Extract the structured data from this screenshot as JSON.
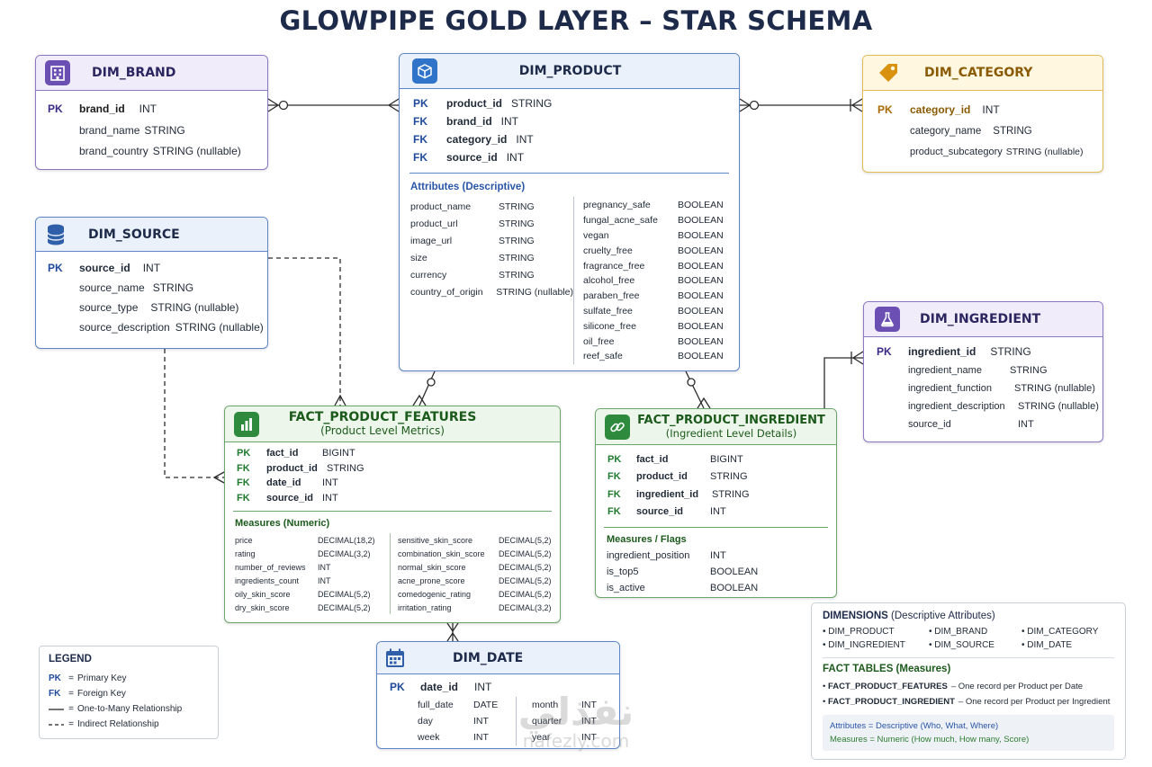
{
  "title": "GLOWPIPE GOLD LAYER – STAR SCHEMA",
  "colors": {
    "purple": "#8b76c2",
    "blue": "#5c86c5",
    "amber": "#e3bc55",
    "green": "#6aa56a",
    "navy": "#1e2a4a"
  },
  "dim_brand": {
    "title": "DIM_BRAND",
    "icon": "building-icon",
    "rows": [
      {
        "key": "PK",
        "name": "brand_id",
        "type": "INT"
      },
      {
        "key": "",
        "name": "brand_name",
        "type": "STRING"
      },
      {
        "key": "",
        "name": "brand_country",
        "type": "STRING (nullable)"
      }
    ]
  },
  "dim_product": {
    "title": "DIM_PRODUCT",
    "icon": "cube-icon",
    "keys": [
      {
        "key": "PK",
        "name": "product_id",
        "type": "STRING"
      },
      {
        "key": "FK",
        "name": "brand_id",
        "type": "INT"
      },
      {
        "key": "FK",
        "name": "category_id",
        "type": "INT"
      },
      {
        "key": "FK",
        "name": "source_id",
        "type": "INT"
      }
    ],
    "attr_title": "Attributes (Descriptive)",
    "attrs_left": [
      {
        "name": "product_name",
        "type": "STRING"
      },
      {
        "name": "product_url",
        "type": "STRING"
      },
      {
        "name": "image_url",
        "type": "STRING"
      },
      {
        "name": "size",
        "type": "STRING"
      },
      {
        "name": "currency",
        "type": "STRING"
      },
      {
        "name": "country_of_origin",
        "type": "STRING (nullable)"
      }
    ],
    "attrs_right": [
      {
        "name": "pregnancy_safe",
        "type": "BOOLEAN"
      },
      {
        "name": "fungal_acne_safe",
        "type": "BOOLEAN"
      },
      {
        "name": "vegan",
        "type": "BOOLEAN"
      },
      {
        "name": "cruelty_free",
        "type": "BOOLEAN"
      },
      {
        "name": "fragrance_free",
        "type": "BOOLEAN"
      },
      {
        "name": "alcohol_free",
        "type": "BOOLEAN"
      },
      {
        "name": "paraben_free",
        "type": "BOOLEAN"
      },
      {
        "name": "sulfate_free",
        "type": "BOOLEAN"
      },
      {
        "name": "silicone_free",
        "type": "BOOLEAN"
      },
      {
        "name": "oil_free",
        "type": "BOOLEAN"
      },
      {
        "name": "reef_safe",
        "type": "BOOLEAN"
      }
    ]
  },
  "dim_category": {
    "title": "DIM_CATEGORY",
    "icon": "tag-icon",
    "rows": [
      {
        "key": "PK",
        "name": "category_id",
        "type": "INT"
      },
      {
        "key": "",
        "name": "category_name",
        "type": "STRING"
      },
      {
        "key": "",
        "name": "product_subcategory",
        "type": "STRING (nullable)"
      }
    ]
  },
  "dim_source": {
    "title": "DIM_SOURCE",
    "icon": "database-icon",
    "rows": [
      {
        "key": "PK",
        "name": "source_id",
        "type": "INT"
      },
      {
        "key": "",
        "name": "source_name",
        "type": "STRING"
      },
      {
        "key": "",
        "name": "source_type",
        "type": "STRING (nullable)"
      },
      {
        "key": "",
        "name": "source_description",
        "type": "STRING (nullable)"
      }
    ]
  },
  "dim_ingredient": {
    "title": "DIM_INGREDIENT",
    "icon": "flask-icon",
    "rows": [
      {
        "key": "PK",
        "name": "ingredient_id",
        "type": "STRING"
      },
      {
        "key": "",
        "name": "ingredient_name",
        "type": "STRING"
      },
      {
        "key": "",
        "name": "ingredient_function",
        "type": "STRING (nullable)"
      },
      {
        "key": "",
        "name": "ingredient_description",
        "type": "STRING (nullable)"
      },
      {
        "key": "",
        "name": "source_id",
        "type": "INT"
      }
    ]
  },
  "fact_product_features": {
    "title": "FACT_PRODUCT_FEATURES",
    "subtitle": "(Product Level Metrics)",
    "icon": "bar-chart-icon",
    "keys": [
      {
        "key": "PK",
        "name": "fact_id",
        "type": "BIGINT"
      },
      {
        "key": "FK",
        "name": "product_id",
        "type": "STRING"
      },
      {
        "key": "FK",
        "name": "date_id",
        "type": "INT"
      },
      {
        "key": "FK",
        "name": "source_id",
        "type": "INT"
      }
    ],
    "measures_title": "Measures (Numeric)",
    "measures_left": [
      {
        "name": "price",
        "type": "DECIMAL(18,2)"
      },
      {
        "name": "rating",
        "type": "DECIMAL(3,2)"
      },
      {
        "name": "number_of_reviews",
        "type": "INT"
      },
      {
        "name": "ingredients_count",
        "type": "INT"
      },
      {
        "name": "oily_skin_score",
        "type": "DECIMAL(5,2)"
      },
      {
        "name": "dry_skin_score",
        "type": "DECIMAL(5,2)"
      }
    ],
    "measures_right": [
      {
        "name": "sensitive_skin_score",
        "type": "DECIMAL(5,2)"
      },
      {
        "name": "combination_skin_score",
        "type": "DECIMAL(5,2)"
      },
      {
        "name": "normal_skin_score",
        "type": "DECIMAL(5,2)"
      },
      {
        "name": "acne_prone_score",
        "type": "DECIMAL(5,2)"
      },
      {
        "name": "comedogenic_rating",
        "type": "DECIMAL(5,2)"
      },
      {
        "name": "irritation_rating",
        "type": "DECIMAL(3,2)"
      }
    ]
  },
  "fact_product_ingredient": {
    "title": "FACT_PRODUCT_INGREDIENT",
    "subtitle": "(Ingredient Level Details)",
    "icon": "link-icon",
    "keys": [
      {
        "key": "PK",
        "name": "fact_id",
        "type": "BIGINT"
      },
      {
        "key": "FK",
        "name": "product_id",
        "type": "STRING"
      },
      {
        "key": "FK",
        "name": "ingredient_id",
        "type": "STRING"
      },
      {
        "key": "FK",
        "name": "source_id",
        "type": "INT"
      }
    ],
    "measures_title": "Measures / Flags",
    "measures": [
      {
        "name": "ingredient_position",
        "type": "INT"
      },
      {
        "name": "is_top5",
        "type": "BOOLEAN"
      },
      {
        "name": "is_active",
        "type": "BOOLEAN"
      }
    ]
  },
  "dim_date": {
    "title": "DIM_DATE",
    "icon": "calendar-icon",
    "pk": {
      "key": "PK",
      "name": "date_id",
      "type": "INT"
    },
    "attrs_left": [
      {
        "name": "full_date",
        "type": "DATE"
      },
      {
        "name": "day",
        "type": "INT"
      },
      {
        "name": "week",
        "type": "INT"
      }
    ],
    "attrs_right": [
      {
        "name": "month",
        "type": "INT"
      },
      {
        "name": "quarter",
        "type": "INT"
      },
      {
        "name": "year",
        "type": "INT"
      }
    ]
  },
  "legend": {
    "title": "LEGEND",
    "items": [
      {
        "key": "PK",
        "text": "Primary Key"
      },
      {
        "key": "FK",
        "text": "Foreign Key"
      },
      {
        "key": "solid-line",
        "text": "One-to-Many Relationship"
      },
      {
        "key": "dashed-line",
        "text": "Indirect Relationship"
      }
    ],
    "eq": "="
  },
  "summary": {
    "dim_title": "DIMENSIONS",
    "dim_sub": "(Descriptive Attributes)",
    "dims": [
      "DIM_PRODUCT",
      "DIM_BRAND",
      "DIM_CATEGORY",
      "DIM_INGREDIENT",
      "DIM_SOURCE",
      "DIM_DATE"
    ],
    "fact_title": "FACT TABLES (Measures)",
    "facts": [
      {
        "name": "FACT_PRODUCT_FEATURES",
        "desc": "– One record per Product per Date"
      },
      {
        "name": "FACT_PRODUCT_INGREDIENT",
        "desc": "– One record per Product per Ingredient"
      }
    ],
    "note_attr": "Attributes = Descriptive (Who, What, Where)",
    "note_meas": "Measures = Numeric (How much, How many, Score)"
  },
  "watermark": {
    "arabic": "نفذلي",
    "latin": "nafezly.com"
  }
}
